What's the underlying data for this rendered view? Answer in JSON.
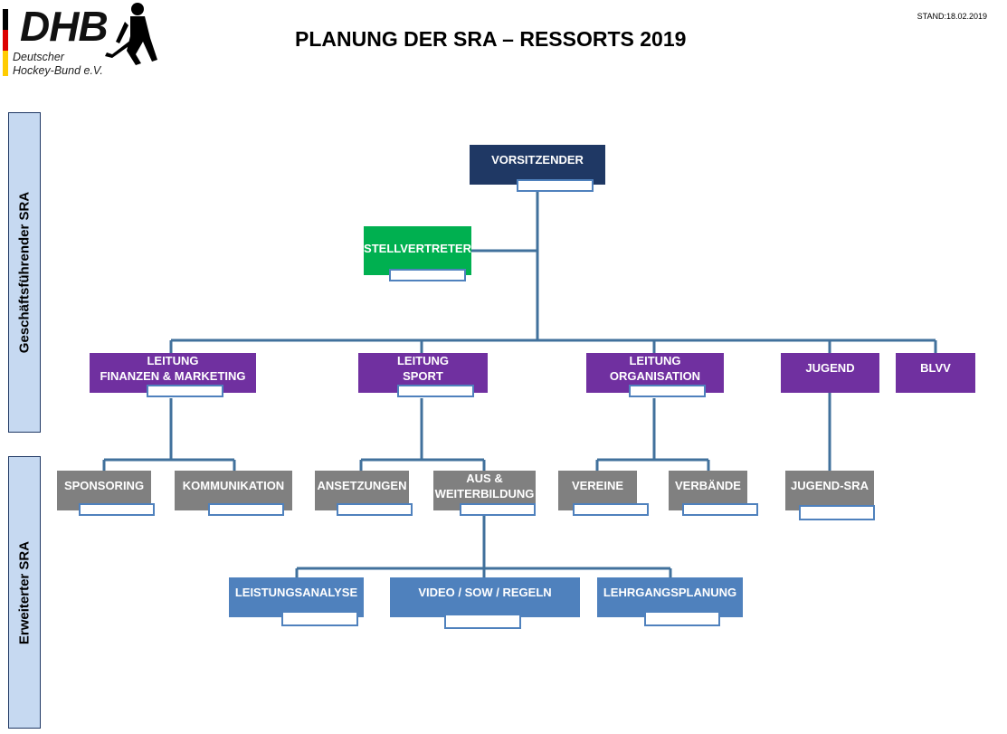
{
  "header": {
    "logo_text": "DHB",
    "logo_sub_line1": "Deutscher",
    "logo_sub_line2": "Hockey-Bund e.V.",
    "title": "PLANUNG DER SRA – RESSORTS 2019",
    "stand": "STAND:18.02.2019"
  },
  "sidebar": {
    "top_label": "Geschäftsführender SRA",
    "bottom_label": "Erweiterter SRA"
  },
  "colors": {
    "navy": "#1f3864",
    "green": "#00b050",
    "purple": "#7030a0",
    "gray": "#808080",
    "blue": "#4f81bd",
    "side": "#c6d9f1"
  },
  "org": {
    "vorsitzender": "VORSITZENDER",
    "stellvertreter": "STELLVERTRETER",
    "finanzen_line1": "LEITUNG",
    "finanzen_line2": "FINANZEN & MARKETING",
    "sport_line1": "LEITUNG",
    "sport_line2": "SPORT",
    "organisation_line1": "LEITUNG",
    "organisation_line2": "ORGANISATION",
    "jugend": "JUGEND",
    "blvv": "BLVV",
    "sponsoring": "SPONSORING",
    "kommunikation": "KOMMUNIKATION",
    "ansetzungen": "ANSETZUNGEN",
    "aus_line1": "AUS &",
    "aus_line2": "WEITERBILDUNG",
    "vereine": "VEREINE",
    "verbaende": "VERBÄNDE",
    "jugend_sra": "JUGEND-SRA",
    "leistungsanalyse": "LEISTUNGSANALYSE",
    "video": "VIDEO / SOW / REGELN",
    "lehrgangsplanung": "LEHRGANGSPLANUNG"
  }
}
